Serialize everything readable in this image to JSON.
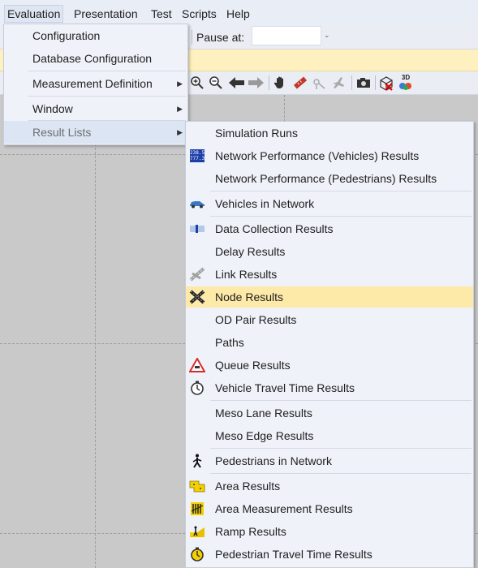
{
  "menubar": {
    "items": [
      "Evaluation",
      "Presentation",
      "Test",
      "Scripts",
      "Help"
    ]
  },
  "toolbar": {
    "pause_label": "Pause at:",
    "pause_value": ""
  },
  "evaluation_menu": {
    "items": [
      {
        "label": "Configuration"
      },
      {
        "label": "Database Configuration"
      },
      {
        "label": "Measurement Definition",
        "submenu": true
      },
      {
        "label": "Window",
        "submenu": true
      },
      {
        "label": "Result Lists",
        "submenu": true,
        "active": true
      }
    ]
  },
  "result_lists_menu": {
    "items": [
      {
        "label": "Simulation Runs",
        "icon": "none"
      },
      {
        "label": "Network Performance (Vehicles) Results",
        "icon": "network-performance-vehicles-icon"
      },
      {
        "label": "Network Performance (Pedestrians) Results",
        "icon": "none"
      },
      {
        "label": "Vehicles in Network",
        "icon": "car-icon"
      },
      {
        "label": "Data Collection Results",
        "icon": "data-collection-icon"
      },
      {
        "label": "Delay Results",
        "icon": "none"
      },
      {
        "label": "Link Results",
        "icon": "link-icon"
      },
      {
        "label": "Node Results",
        "icon": "node-icon",
        "hover": true
      },
      {
        "label": "OD Pair Results",
        "icon": "none"
      },
      {
        "label": "Paths",
        "icon": "none"
      },
      {
        "label": "Queue Results",
        "icon": "queue-warning-icon"
      },
      {
        "label": "Vehicle Travel Time Results",
        "icon": "stopwatch-icon"
      },
      {
        "label": "Meso Lane Results",
        "icon": "none"
      },
      {
        "label": "Meso Edge Results",
        "icon": "none"
      },
      {
        "label": "Pedestrians in Network",
        "icon": "pedestrian-icon"
      },
      {
        "label": "Area Results",
        "icon": "area-icon"
      },
      {
        "label": "Area Measurement Results",
        "icon": "area-measurement-icon"
      },
      {
        "label": "Ramp Results",
        "icon": "ramp-icon"
      },
      {
        "label": "Pedestrian Travel Time Results",
        "icon": "pedestrian-stopwatch-icon"
      }
    ]
  },
  "icons": {
    "network_performance_text": [
      "238.5",
      "777.3"
    ],
    "queue_symbol": "⚠",
    "pedestrian_symbol": "🚶",
    "three_d_label": "3D"
  },
  "colors": {
    "menu_background": "#eff2f9",
    "highlight": "#dbe5f3",
    "hover": "#fde9a8",
    "info_bar": "#fff1bf"
  }
}
